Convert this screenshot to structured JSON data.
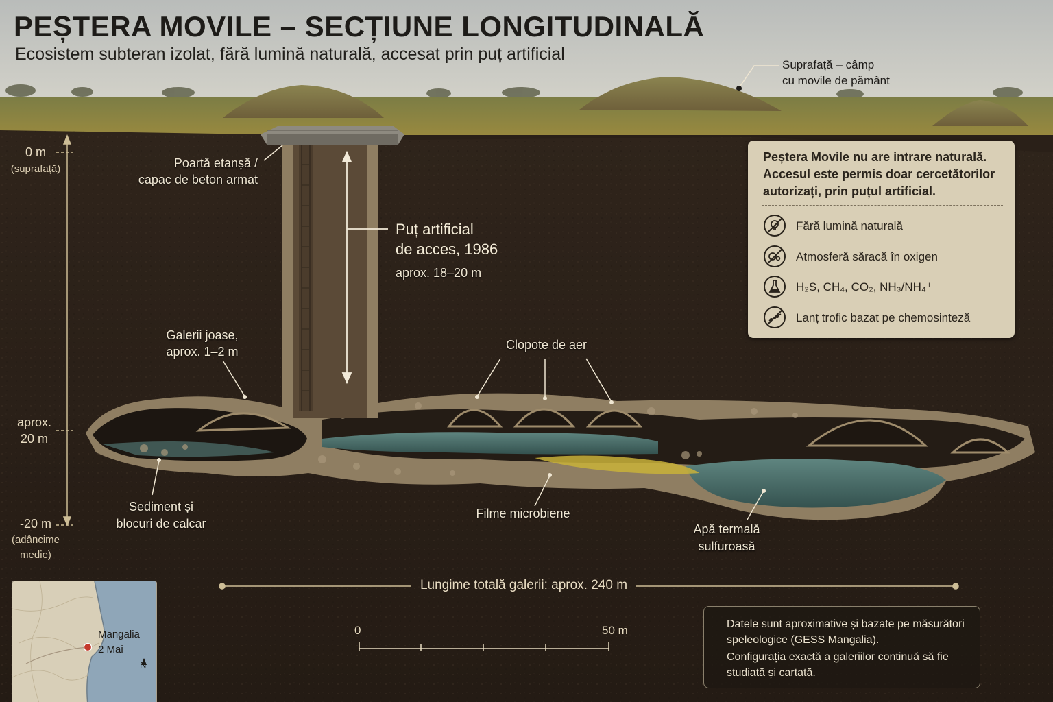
{
  "title": "PEȘTERA MOVILE – SECȚIUNE LONGITUDINALĂ",
  "subtitle": "Ecosistem subteran izolat, fără lumină naturală, accesat prin puț artificial",
  "surface_label": [
    "Suprafață – câmp",
    "cu movile de pământ"
  ],
  "depth_scale": {
    "top": "0 m",
    "top_note": "(suprafață)",
    "mid": [
      "aprox.",
      "20 m"
    ],
    "bottom": "-20 m",
    "bottom_note": [
      "(adâncime",
      "medie)"
    ]
  },
  "hatch_label": [
    "Poartă etanșă /",
    "capac de beton armat"
  ],
  "shaft_label": {
    "title": [
      "Puț artificial",
      "de acces, 1986"
    ],
    "depth": "aprox. 18–20 m"
  },
  "galleries_label": [
    "Galerii joase,",
    "aprox. 1–2 m"
  ],
  "air_bells_label": "Clopote de aer",
  "sediment_label": [
    "Sediment și",
    "blocuri de calcar"
  ],
  "microbial_label": "Filme microbiene",
  "water_label": [
    "Apă termală",
    "sulfuroasă"
  ],
  "info_box": {
    "heading": "Peștera Movile nu are intrare naturală. Accesul este permis doar cercetătorilor autorizați, prin puțul artificial.",
    "items": [
      {
        "icon": "no-light-icon",
        "text": "Fără lumină naturală"
      },
      {
        "icon": "low-oxygen-icon",
        "text": "Atmosferă săracă în oxigen"
      },
      {
        "icon": "flask-icon",
        "text": "H₂S, CH₄, CO₂, NH₃/NH₄⁺"
      },
      {
        "icon": "food-chain-icon",
        "text": "Lanț trofic bazat pe chemosinteză"
      }
    ]
  },
  "length_label": "Lungime totală galerii: aprox. 240 m",
  "scale_bar": {
    "start": "0",
    "end": "50 m"
  },
  "map": {
    "place1": "Mangalia",
    "place2": "2 Mai",
    "north": "N"
  },
  "note": {
    "p1": "Datele sunt aproximative și bazate pe măsurători speleologice (GESS Mangalia).",
    "p2": "Configurația exactă a galeriilor continuă să fie studiată și cartată."
  },
  "colors": {
    "sky": "#c9cbc6",
    "grass": "#8a8a48",
    "soil": "#2c2219",
    "rock": "#8f7e62",
    "water": "#4f7470",
    "microbial": "#c9b23a",
    "panel": "#d9cfb6"
  }
}
